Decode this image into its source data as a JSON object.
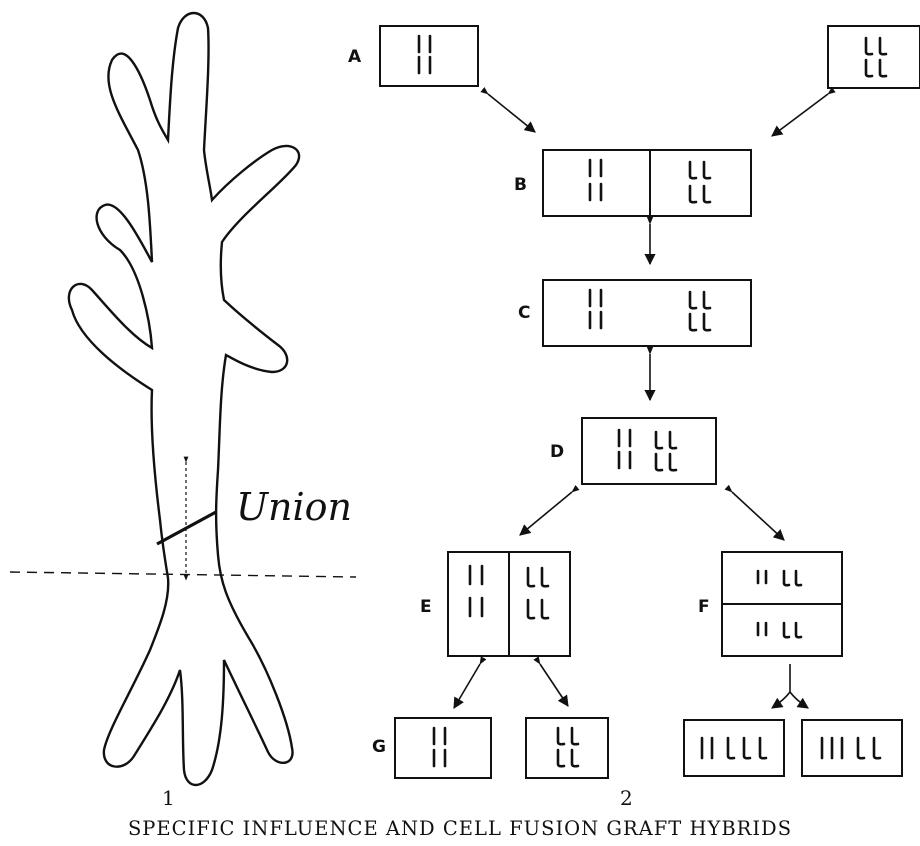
{
  "figure": {
    "caption": "SPECIFIC INFLUENCE AND CELL FUSION GRAFT HYBRIDS",
    "fig1_number": "1",
    "fig2_number": "2",
    "union_label": "Union"
  },
  "diagram": {
    "labels": {
      "a": "A",
      "b": "B",
      "c": "C",
      "d": "D",
      "e": "E",
      "f": "F",
      "g": "G"
    }
  }
}
